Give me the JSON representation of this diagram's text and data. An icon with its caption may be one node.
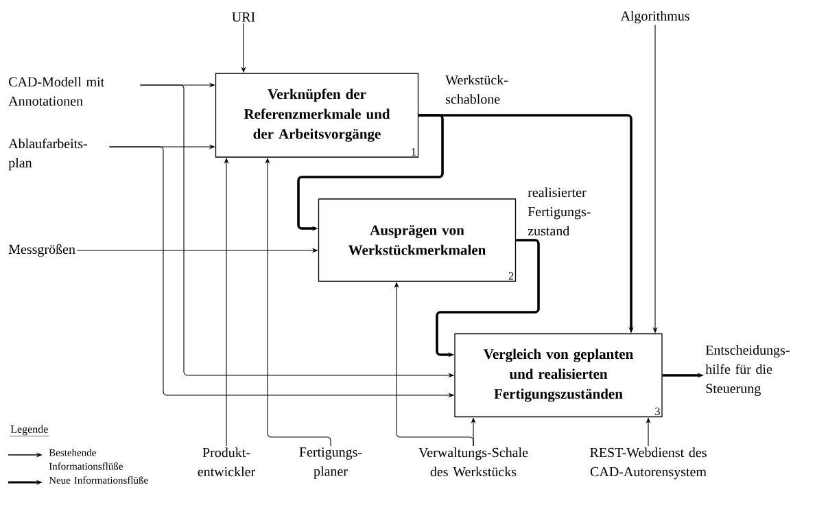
{
  "diagram": {
    "nodes": [
      {
        "text": [
          "Verknüpfen der Referenzmerkmale und der Arbeitsvorgänge",
          "1"
        ]
      },
      {
        "text": [
          "Ausprägen von Werkstückmerkmalen",
          "2"
        ]
      },
      {
        "text": [
          "Vergleich von geplanten und realisierten Fertigungszuständen",
          "3"
        ]
      },
      {
        "text": [
          "URI"
        ]
      },
      {
        "text": [
          "CAD-Modell mit Annotationen"
        ]
      },
      {
        "text": [
          "Ablaufarbeits- plan"
        ]
      },
      {
        "text": [
          "Messgrößen"
        ]
      },
      {
        "text": [
          "Algorithmus"
        ]
      },
      {
        "text": [
          "Produkt- entwickler"
        ]
      },
      {
        "text": [
          "Fertigungs- planer"
        ]
      },
      {
        "text": [
          "Verwaltungs-Schale des Werkstücks"
        ]
      },
      {
        "text": [
          "REST-Webdienst des CAD-Autorensystem"
        ]
      },
      {
        "text": [
          "Entscheidungs- hilfe für die Steuerung"
        ]
      }
    ],
    "edges": [
      {
        "from": 3,
        "to": 0,
        "arrow": "to"
      },
      {
        "from": 4,
        "to": 0,
        "arrow": "to"
      },
      {
        "from": 4,
        "to": 2,
        "arrow": "to"
      },
      {
        "from": 5,
        "to": 0,
        "arrow": "to"
      },
      {
        "from": 5,
        "to": 2,
        "arrow": "to"
      },
      {
        "from": 6,
        "to": 1,
        "arrow": "to"
      },
      {
        "from": 0,
        "to": 1,
        "arrow": "to",
        "style": "thick"
      },
      {
        "from": 0,
        "to": 2,
        "arrow": "to",
        "style": "thick",
        "label": "Werkstück- schablone"
      },
      {
        "from": 1,
        "to": 2,
        "arrow": "to",
        "style": "thick",
        "label": "realisierter Fertigungs- zustand"
      },
      {
        "from": 7,
        "to": 2,
        "arrow": "to"
      },
      {
        "from": 8,
        "to": 0,
        "arrow": "to"
      },
      {
        "from": 9,
        "to": 0,
        "arrow": "to"
      },
      {
        "from": 10,
        "to": 1,
        "arrow": "to"
      },
      {
        "from": 10,
        "to": 2,
        "arrow": "to"
      },
      {
        "from": 11,
        "to": 2,
        "arrow": "to"
      },
      {
        "from": 2,
        "to": 12,
        "arrow": "to",
        "style": "thick"
      }
    ],
    "labels": [
      "Legende"
    ],
    "legend": [
      {
        "text": "Bestehende Informationsflüße"
      },
      {
        "text": "Neue Informationsflüße"
      }
    ]
  }
}
